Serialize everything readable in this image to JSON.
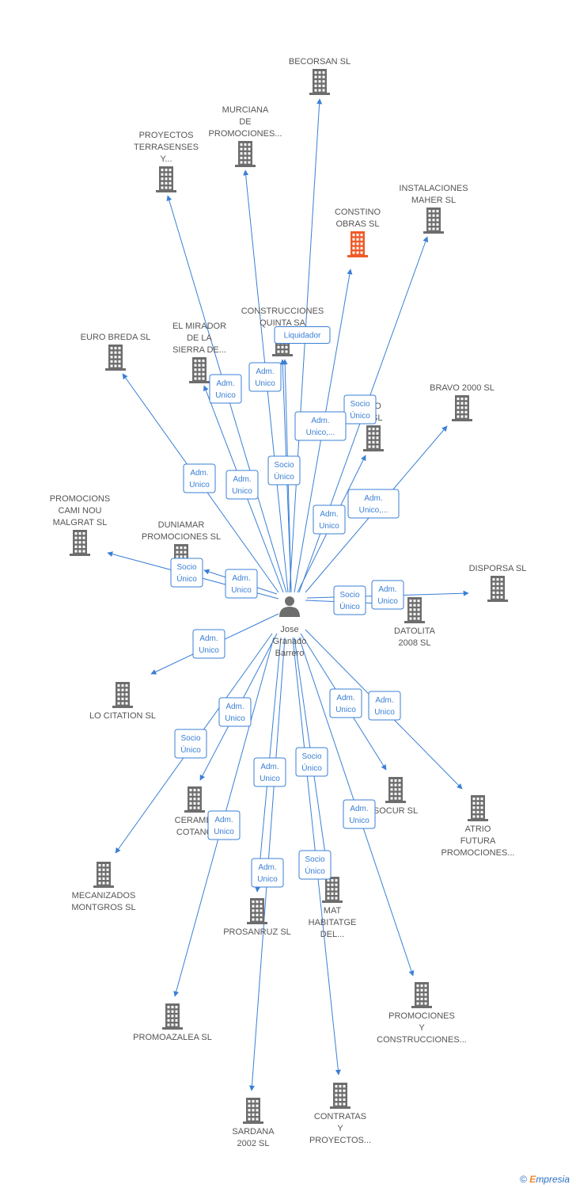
{
  "colors": {
    "edge": "#3a7fd5",
    "building": "#6d6d6d",
    "building_highlight": "#f05a28",
    "person": "#6d6d6d",
    "label": "#555555"
  },
  "person": {
    "name": [
      "Jose",
      "Granado",
      "Barrero"
    ],
    "icon": "person-icon"
  },
  "companies": [
    {
      "id": "becorsan",
      "label": [
        "BECORSAN SL"
      ],
      "icon": "building-icon"
    },
    {
      "id": "murciana",
      "label": [
        "MURCIANA",
        "DE",
        "PROMOCIONES..."
      ],
      "icon": "building-icon"
    },
    {
      "id": "proyectos-terrasenses",
      "label": [
        "PROYECTOS",
        "TERRASENSES",
        "Y..."
      ],
      "icon": "building-icon"
    },
    {
      "id": "instalaciones-maher",
      "label": [
        "INSTALACIONES",
        "MAHER SL"
      ],
      "icon": "building-icon"
    },
    {
      "id": "constino",
      "label": [
        "CONSTINO",
        "OBRAS  SL"
      ],
      "icon": "building-icon",
      "highlight": true
    },
    {
      "id": "construcciones-quinta",
      "label": [
        "CONSTRUCCIONES",
        "QUINTA SA"
      ],
      "icon": "building-icon"
    },
    {
      "id": "euro-breda",
      "label": [
        "EURO BREDA SL"
      ],
      "icon": "building-icon"
    },
    {
      "id": "el-mirador",
      "label": [
        "EL MIRADOR",
        "DE LA",
        "SIERRA DE..."
      ],
      "icon": "building-icon"
    },
    {
      "id": "bravo-2000",
      "label": [
        "BRAVO 2000 SL"
      ],
      "icon": "building-icon"
    },
    {
      "id": "dio-t",
      "label": [
        "DIO",
        "T SL"
      ],
      "icon": "building-icon"
    },
    {
      "id": "promocions-cami-nou",
      "label": [
        "PROMOCIONS",
        "CAMI NOU",
        "MALGRAT SL"
      ],
      "icon": "building-icon"
    },
    {
      "id": "duniamar",
      "label": [
        "DUNIAMAR",
        "PROMOCIONES SL"
      ],
      "icon": "building-icon"
    },
    {
      "id": "disporsa",
      "label": [
        "DISPORSA SL"
      ],
      "icon": "building-icon"
    },
    {
      "id": "datolita",
      "label": [
        "DATOLITA",
        "2008 SL"
      ],
      "icon": "building-icon"
    },
    {
      "id": "lo-citation",
      "label": [
        "LO CITATION SL"
      ],
      "icon": "building-icon"
    },
    {
      "id": "ceramic-cotano",
      "label": [
        "CERAMIC",
        "COTANO"
      ],
      "icon": "building-icon"
    },
    {
      "id": "socur",
      "label": [
        "SOCUR SL"
      ],
      "icon": "building-icon"
    },
    {
      "id": "atrio-futura",
      "label": [
        "ATRIO",
        "FUTURA",
        "PROMOCIONES..."
      ],
      "icon": "building-icon"
    },
    {
      "id": "mecanizados-montgros",
      "label": [
        "MECANIZADOS",
        "MONTGROS SL"
      ],
      "icon": "building-icon"
    },
    {
      "id": "prosanruz",
      "label": [
        "PROSANRUZ SL"
      ],
      "icon": "building-icon"
    },
    {
      "id": "mat-habitatge",
      "label": [
        "MAT",
        "HABITATGE",
        "DEL..."
      ],
      "icon": "building-icon"
    },
    {
      "id": "promociones-y-construcciones",
      "label": [
        "PROMOCIONES",
        "Y",
        "CONSTRUCCIONES..."
      ],
      "icon": "building-icon"
    },
    {
      "id": "promoazalea",
      "label": [
        "PROMOAZALEA SL"
      ],
      "icon": "building-icon"
    },
    {
      "id": "sardana-2002",
      "label": [
        "SARDANA",
        "2002 SL"
      ],
      "icon": "building-icon"
    },
    {
      "id": "contratas-y-proyectos",
      "label": [
        "CONTRATAS",
        "Y",
        "PROYECTOS..."
      ],
      "icon": "building-icon"
    }
  ],
  "edges": [
    {
      "to": "becorsan",
      "label": []
    },
    {
      "to": "murciana",
      "label": [
        "Adm.",
        "Unico"
      ]
    },
    {
      "to": "proyectos-terrasenses",
      "label": [
        "Adm.",
        "Unico"
      ]
    },
    {
      "to": "instalaciones-maher",
      "label": [
        "Socio",
        "Único"
      ]
    },
    {
      "to": "constino",
      "label": [
        "Adm.",
        "Unico,..."
      ]
    },
    {
      "to": "construcciones-quinta",
      "label": [
        "Liquidador"
      ]
    },
    {
      "to": "euro-breda",
      "label": [
        "Adm.",
        "Unico"
      ]
    },
    {
      "to": "el-mirador",
      "label": [
        "Adm.",
        "Unico"
      ]
    },
    {
      "to": "bravo-2000",
      "label": [
        "Adm.",
        "Unico,..."
      ]
    },
    {
      "to": "dio-t",
      "label": [
        "Adm.",
        "Unico"
      ]
    },
    {
      "to": "construcciones-quinta",
      "label": [
        "Socio",
        "Único"
      ]
    },
    {
      "to": "promocions-cami-nou",
      "label": [
        "Socio",
        "Único"
      ]
    },
    {
      "to": "duniamar",
      "label": [
        "Adm.",
        "Unico"
      ]
    },
    {
      "to": "disporsa",
      "label": [
        "Adm.",
        "Unico"
      ]
    },
    {
      "to": "datolita",
      "label": [
        "Socio",
        "Único"
      ]
    },
    {
      "to": "lo-citation",
      "label": [
        "Adm.",
        "Unico"
      ]
    },
    {
      "to": "ceramic-cotano",
      "label": [
        "Adm.",
        "Unico"
      ]
    },
    {
      "to": "socur",
      "label": [
        "Adm.",
        "Unico"
      ]
    },
    {
      "to": "atrio-futura",
      "label": [
        "Adm.",
        "Unico"
      ]
    },
    {
      "to": "mecanizados-montgros",
      "label": [
        "Socio",
        "Único"
      ]
    },
    {
      "to": "prosanruz",
      "label": [
        "Adm.",
        "Unico"
      ]
    },
    {
      "to": "mat-habitatge",
      "label": [
        "Socio",
        "Único"
      ]
    },
    {
      "to": "promociones-y-construcciones",
      "label": [
        "Adm.",
        "Unico"
      ]
    },
    {
      "to": "promoazalea",
      "label": [
        "Adm.",
        "Unico"
      ]
    },
    {
      "to": "sardana-2002",
      "label": [
        "Adm.",
        "Unico"
      ]
    },
    {
      "to": "contratas-y-proyectos",
      "label": [
        "Socio",
        "Único"
      ]
    }
  ],
  "footer": {
    "copyright": "©",
    "brand_e": "E",
    "brand_rest": "mpresia"
  }
}
